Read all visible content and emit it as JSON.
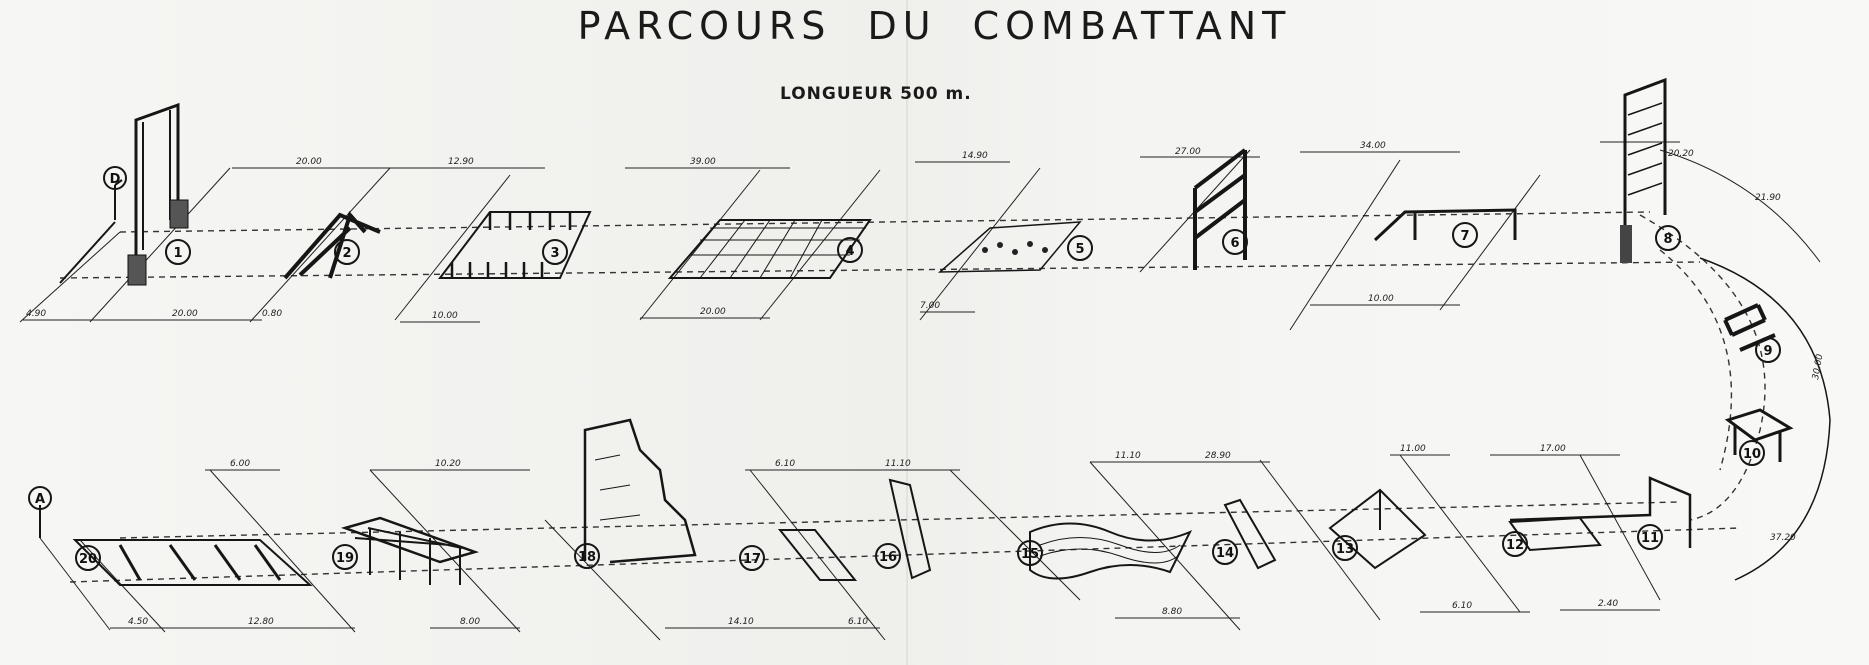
{
  "title": "PARCOURS DU COMBATTANT",
  "subtitle": "LONGUEUR 500 m.",
  "markers": {
    "depart": "D",
    "arrivee": "A"
  },
  "obstacles": [
    "1",
    "2",
    "3",
    "4",
    "5",
    "6",
    "7",
    "8",
    "9",
    "10",
    "11",
    "12",
    "13",
    "14",
    "15",
    "16",
    "17",
    "18",
    "19",
    "20"
  ],
  "top_dimensions": [
    "20.00",
    "12.90",
    "39.00",
    "14.90",
    "27.00",
    "34.00",
    "20.20",
    "21.90"
  ],
  "top_bottom_dimensions": [
    "4.90",
    "20.00",
    "0.80",
    "10.00",
    "20.00",
    "7.00",
    "10.00"
  ],
  "lower_top_dimensions": [
    "6.00",
    "10.20",
    "6.10",
    "11.10",
    "11.10",
    "28.90",
    "11.00",
    "17.00"
  ],
  "lower_bottom_dimensions": [
    "4.50",
    "12.80",
    "8.00",
    "14.10",
    "6.10",
    "8.80",
    "6.10",
    "2.40",
    "37.20"
  ],
  "curve_dimensions": [
    "30.00"
  ]
}
